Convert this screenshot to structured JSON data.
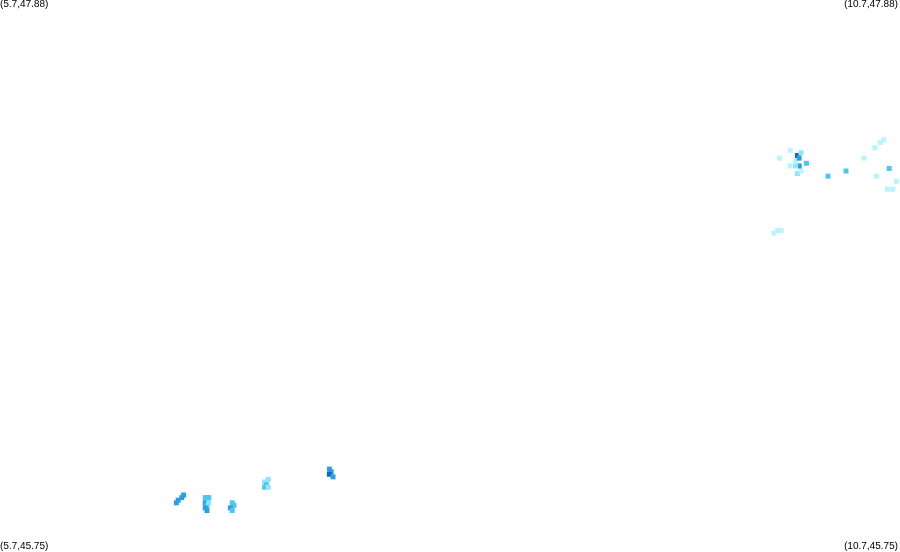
{
  "map": {
    "corners": {
      "top_left": "(5.7,47.88)",
      "top_right": "(10.7,47.88)",
      "bottom_left": "(5.7,45.75)",
      "bottom_right": "(10.7,45.75)"
    },
    "extent": {
      "lon": [
        5.7,
        10.7
      ],
      "lat": [
        45.75,
        47.88
      ]
    },
    "colors": {
      "pale_cyan": "#b8f4fb",
      "light_cyan": "#8ee6f6",
      "sky_blue": "#4fc6ee",
      "mid_blue": "#2f9ee0",
      "deep_blue": "#1565c0"
    }
  },
  "chart_data": {
    "type": "scatter",
    "xlim": [
      5.7,
      10.7
    ],
    "ylim": [
      45.75,
      47.88
    ],
    "grid": false,
    "points": [
      {
        "x": 6.68,
        "y": 45.94,
        "c": "mid_blue"
      },
      {
        "x": 6.69,
        "y": 45.95,
        "c": "mid_blue"
      },
      {
        "x": 6.71,
        "y": 45.96,
        "c": "mid_blue"
      },
      {
        "x": 6.72,
        "y": 45.97,
        "c": "mid_blue"
      },
      {
        "x": 6.84,
        "y": 45.96,
        "c": "sky_blue"
      },
      {
        "x": 6.86,
        "y": 45.96,
        "c": "sky_blue"
      },
      {
        "x": 6.85,
        "y": 45.95,
        "c": "sky_blue"
      },
      {
        "x": 6.84,
        "y": 45.94,
        "c": "mid_blue"
      },
      {
        "x": 6.85,
        "y": 45.93,
        "c": "sky_blue"
      },
      {
        "x": 6.84,
        "y": 45.92,
        "c": "mid_blue"
      },
      {
        "x": 6.86,
        "y": 45.94,
        "c": "light_cyan"
      },
      {
        "x": 6.85,
        "y": 45.91,
        "c": "mid_blue"
      },
      {
        "x": 6.99,
        "y": 45.94,
        "c": "sky_blue"
      },
      {
        "x": 7.0,
        "y": 45.93,
        "c": "sky_blue"
      },
      {
        "x": 6.98,
        "y": 45.92,
        "c": "mid_blue"
      },
      {
        "x": 6.99,
        "y": 45.91,
        "c": "sky_blue"
      },
      {
        "x": 7.17,
        "y": 46.02,
        "c": "light_cyan"
      },
      {
        "x": 7.19,
        "y": 46.03,
        "c": "light_cyan"
      },
      {
        "x": 7.18,
        "y": 46.01,
        "c": "sky_blue"
      },
      {
        "x": 7.17,
        "y": 46.0,
        "c": "sky_blue"
      },
      {
        "x": 7.19,
        "y": 46.0,
        "c": "light_cyan"
      },
      {
        "x": 7.53,
        "y": 46.07,
        "c": "mid_blue"
      },
      {
        "x": 7.54,
        "y": 46.06,
        "c": "mid_blue"
      },
      {
        "x": 7.53,
        "y": 46.05,
        "c": "deep_blue"
      },
      {
        "x": 7.55,
        "y": 46.04,
        "c": "mid_blue"
      },
      {
        "x": 10.03,
        "y": 47.27,
        "c": "pale_cyan"
      },
      {
        "x": 10.09,
        "y": 47.3,
        "c": "pale_cyan"
      },
      {
        "x": 10.12,
        "y": 47.26,
        "c": "pale_cyan"
      },
      {
        "x": 10.13,
        "y": 47.28,
        "c": "deep_blue"
      },
      {
        "x": 10.14,
        "y": 47.27,
        "c": "mid_blue"
      },
      {
        "x": 10.15,
        "y": 47.29,
        "c": "light_cyan"
      },
      {
        "x": 10.14,
        "y": 47.24,
        "c": "mid_blue"
      },
      {
        "x": 10.12,
        "y": 47.24,
        "c": "light_cyan"
      },
      {
        "x": 10.13,
        "y": 47.21,
        "c": "light_cyan"
      },
      {
        "x": 10.15,
        "y": 47.22,
        "c": "pale_cyan"
      },
      {
        "x": 10.18,
        "y": 47.25,
        "c": "sky_blue"
      },
      {
        "x": 10.09,
        "y": 47.24,
        "c": "pale_cyan"
      },
      {
        "x": 10.3,
        "y": 47.2,
        "c": "sky_blue"
      },
      {
        "x": 10.4,
        "y": 47.22,
        "c": "sky_blue"
      },
      {
        "x": 10.5,
        "y": 47.27,
        "c": "pale_cyan"
      },
      {
        "x": 10.56,
        "y": 47.31,
        "c": "pale_cyan"
      },
      {
        "x": 10.59,
        "y": 47.33,
        "c": "pale_cyan"
      },
      {
        "x": 10.61,
        "y": 47.34,
        "c": "pale_cyan"
      },
      {
        "x": 10.64,
        "y": 47.23,
        "c": "sky_blue"
      },
      {
        "x": 10.57,
        "y": 47.2,
        "c": "pale_cyan"
      },
      {
        "x": 10.68,
        "y": 47.18,
        "c": "pale_cyan"
      },
      {
        "x": 10.63,
        "y": 47.15,
        "c": "pale_cyan"
      },
      {
        "x": 10.66,
        "y": 47.15,
        "c": "pale_cyan"
      },
      {
        "x": 10.0,
        "y": 46.98,
        "c": "pale_cyan"
      },
      {
        "x": 10.02,
        "y": 46.99,
        "c": "pale_cyan"
      },
      {
        "x": 10.04,
        "y": 46.99,
        "c": "pale_cyan"
      }
    ]
  }
}
